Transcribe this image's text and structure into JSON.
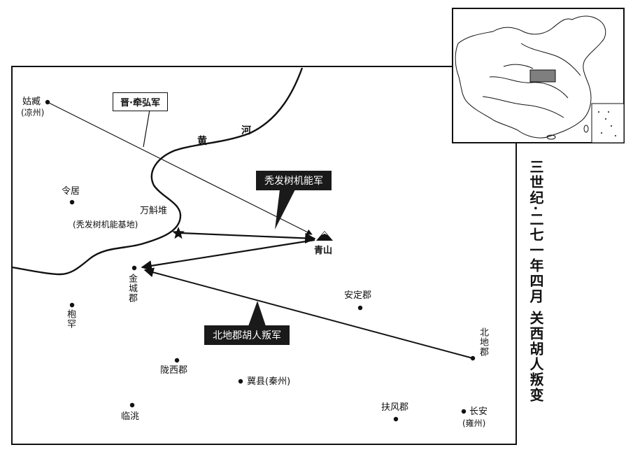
{
  "title": "三世纪·二七一年四月  关西胡人叛变",
  "river": {
    "char1": "黄",
    "char2": "河"
  },
  "army_labels": {
    "jin": "晋·牵弘军",
    "tufa": "秃发树机能军",
    "beidi": "北地郡胡人叛军"
  },
  "places": {
    "guzang": "姑臧",
    "guzang_sub": "(凉州)",
    "lingju": "令居",
    "wanhudui": "万斛堆",
    "wanhudui_sub": "(秃发树机能基地)",
    "qingshan": "青山",
    "jincheng": "金城郡",
    "baohan": "枹罕",
    "anding": "安定郡",
    "beidi": "北地郡",
    "longxi": "陇西郡",
    "jixian": "冀县(秦州)",
    "lintao": "临洮",
    "fufeng": "扶风郡",
    "changan": "长安",
    "changan_sub": "(雍州)"
  },
  "colors": {
    "ink": "#111111",
    "label_fill": "#1a1a1a",
    "highlight": "#7f7f7f"
  },
  "icons": {
    "city": "dot-marker",
    "base": "star-marker",
    "mountain": "mountain-icon"
  }
}
